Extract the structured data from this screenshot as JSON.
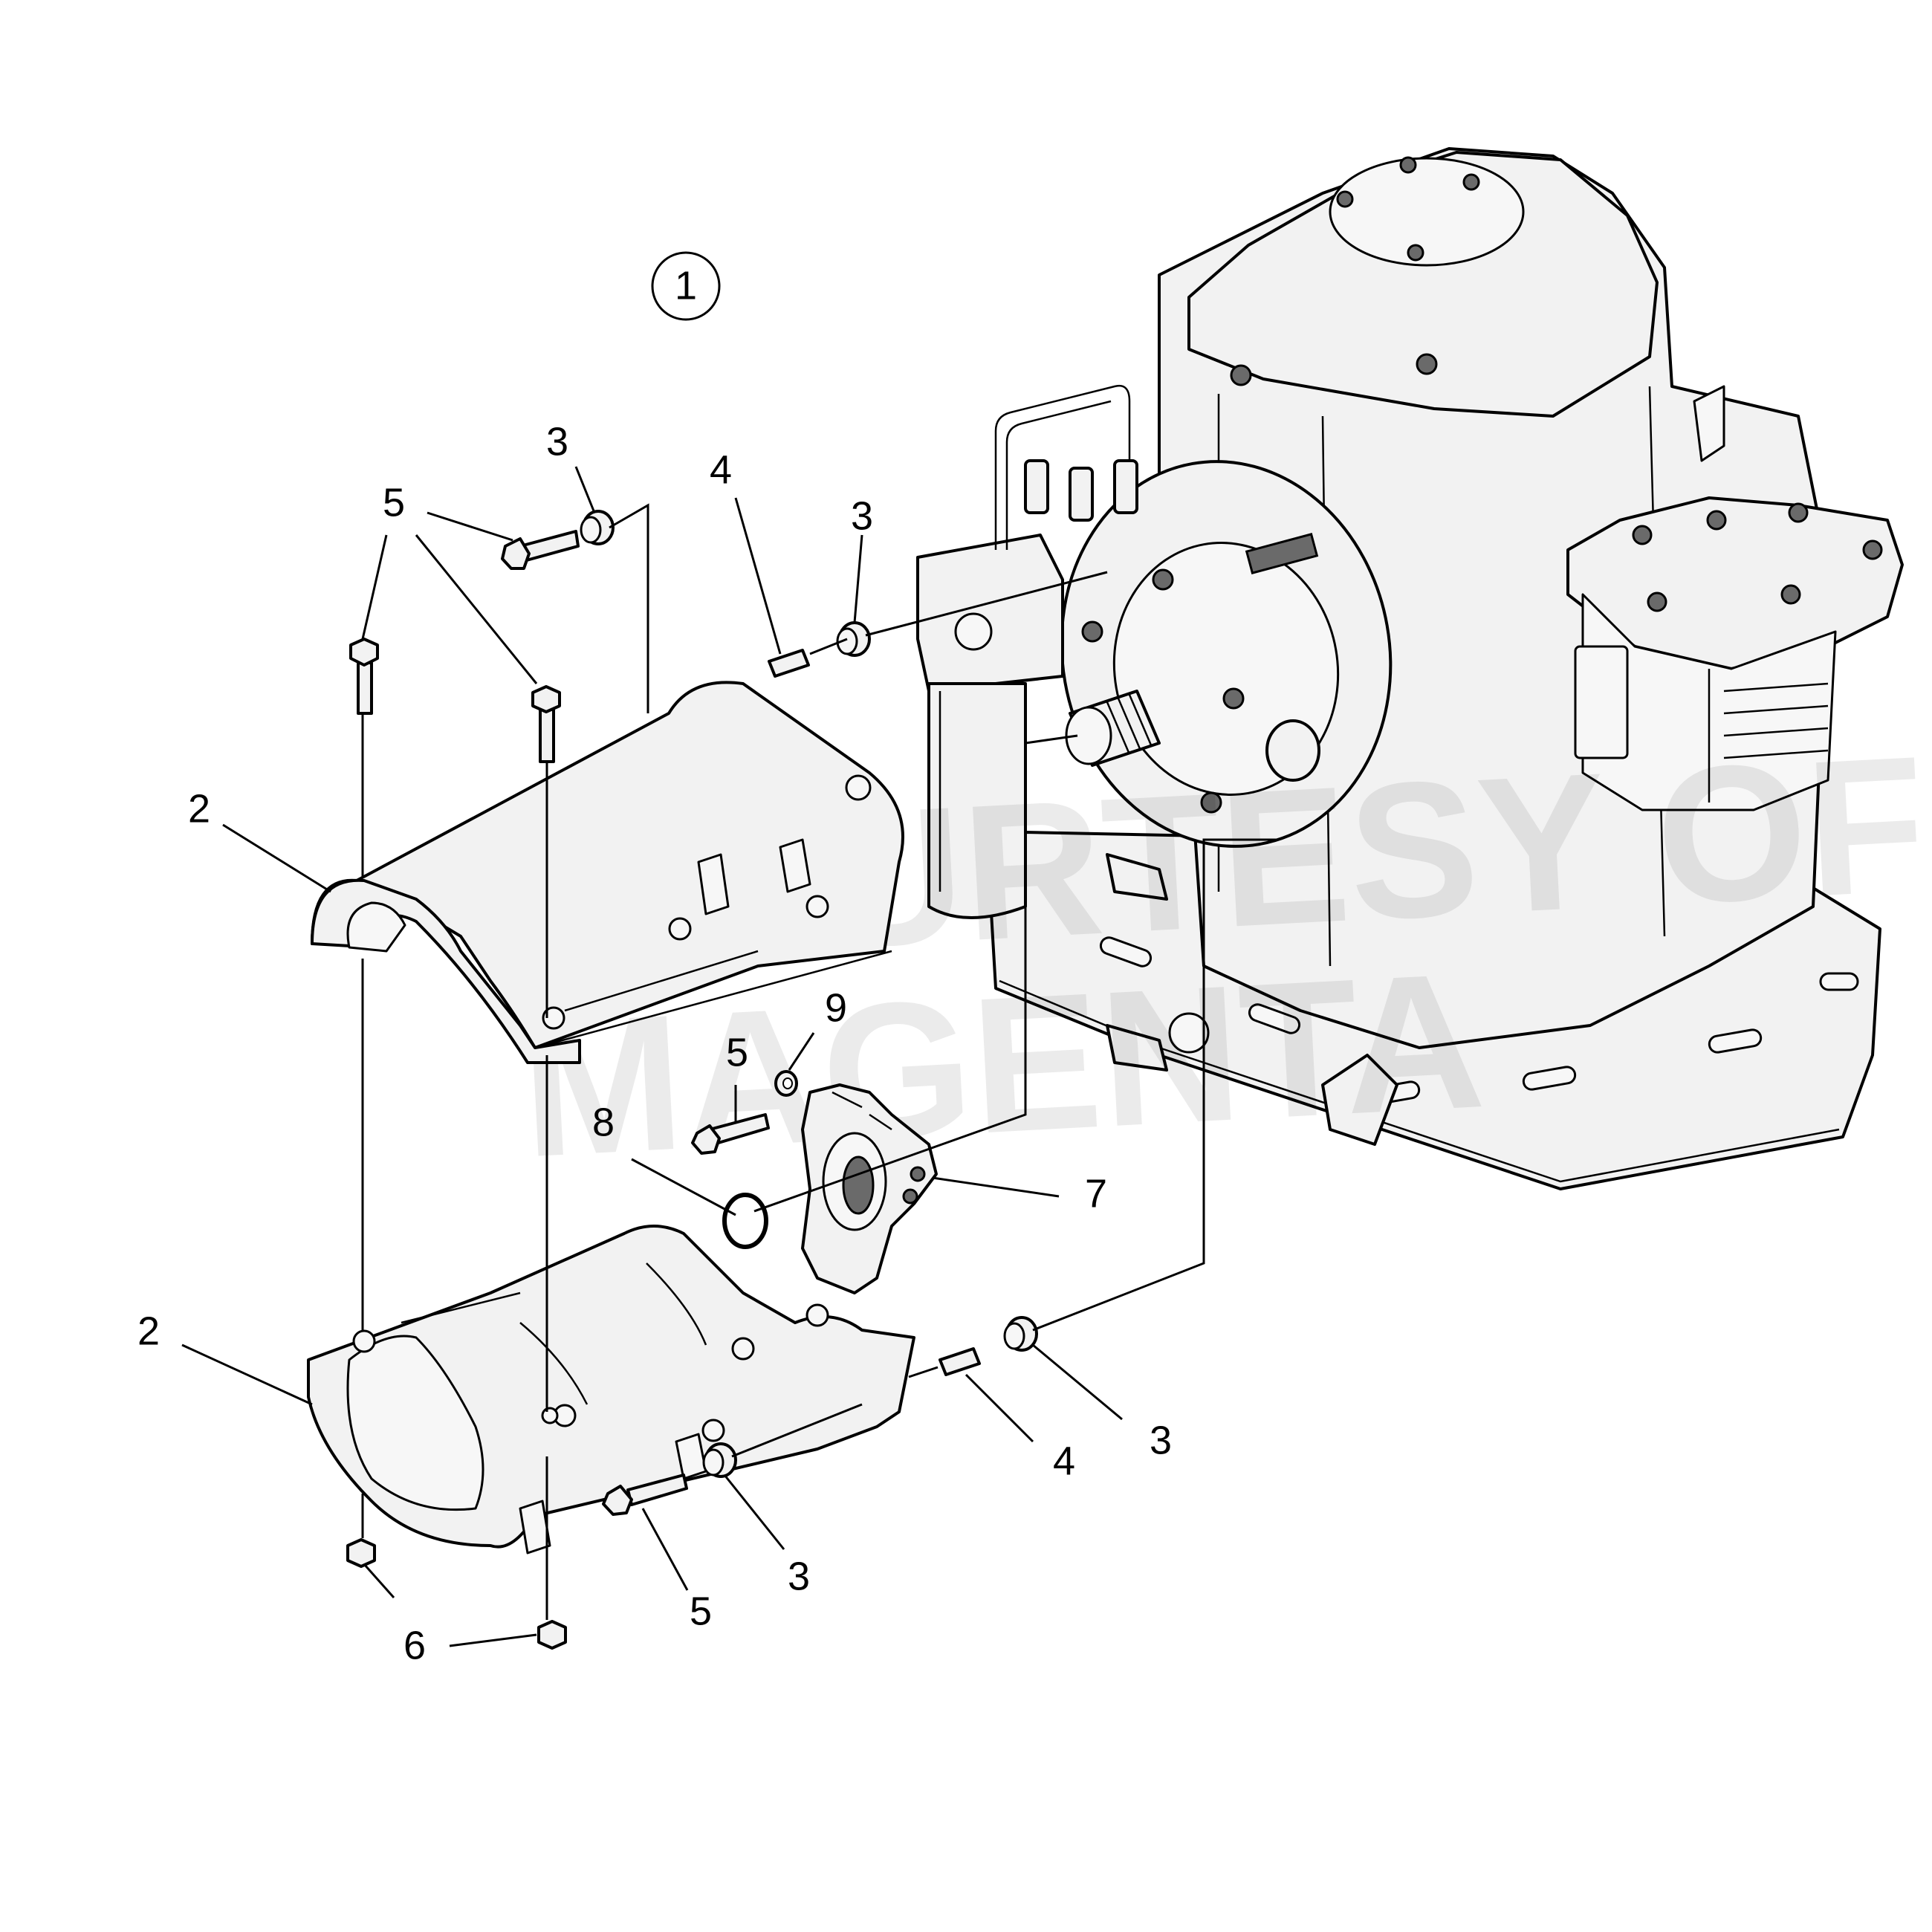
{
  "diagram": {
    "figure_id": "1",
    "callouts": {
      "c3_top": "3",
      "c5_top": "5",
      "c4_top": "4",
      "c3_topright": "3",
      "c2_upper": "2",
      "c2_lower": "2",
      "c5_mid": "5",
      "c9": "9",
      "c8": "8",
      "c7": "7",
      "c4_lower": "4",
      "c3_lower_right": "3",
      "c3_lower": "3",
      "c5_lower": "5",
      "c6": "6"
    },
    "watermark_lines": [
      "COURTESY OF",
      "MAGENTA"
    ],
    "parts": [
      "gearbox-housing",
      "upper-shaft-cover",
      "lower-shaft-cover",
      "shaft-flange",
      "o-ring",
      "washer",
      "screw",
      "spacer",
      "sleeve",
      "nut"
    ]
  }
}
